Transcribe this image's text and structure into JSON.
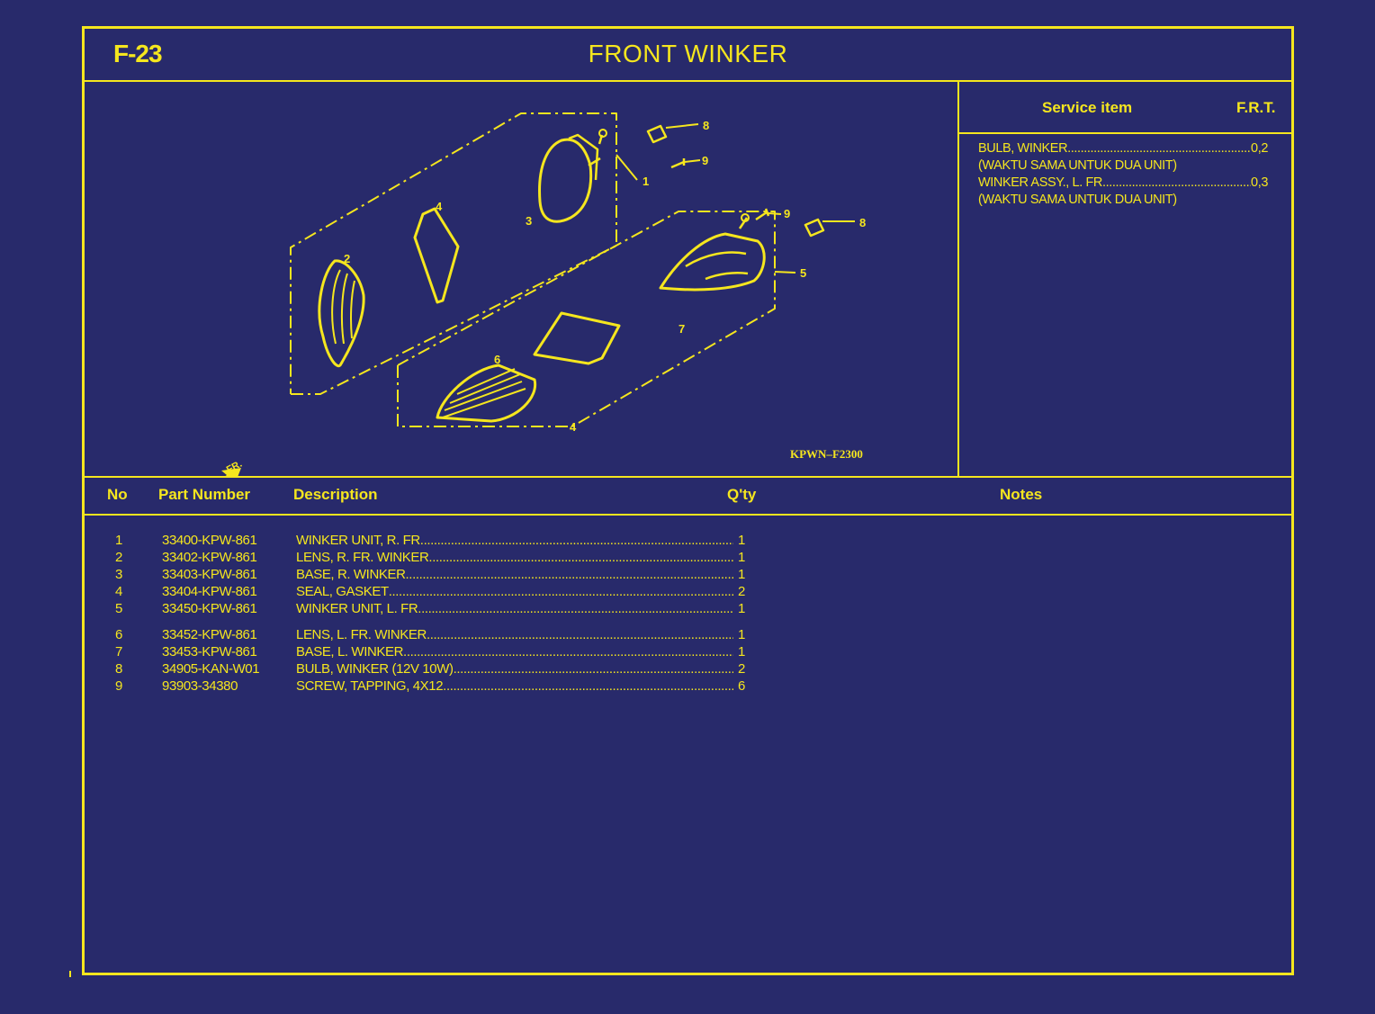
{
  "header": {
    "code": "F-23",
    "title": "FRONT  WINKER"
  },
  "diagram": {
    "code": "KPWN–F2300",
    "direction_label": "FR.",
    "callouts": [
      "1",
      "2",
      "3",
      "4",
      "5",
      "6",
      "7",
      "8",
      "8",
      "9",
      "9",
      "4"
    ]
  },
  "service": {
    "heading_item": "Service item",
    "heading_frt": "F.R.T.",
    "rows": [
      {
        "label": "BULB, WINKER ",
        "value": "0,2"
      },
      {
        "label": "(WAKTU SAMA UNTUK DUA UNIT)",
        "value": ""
      },
      {
        "label": "WINKER ASSY., L. FR. ",
        "value": "0,3"
      },
      {
        "label": "(WAKTU SAMA UNTUK DUA UNIT)",
        "value": ""
      }
    ]
  },
  "table": {
    "headers": {
      "no": "No",
      "part_number": "Part Number",
      "description": "Description",
      "qty": "Q'ty",
      "notes": "Notes"
    },
    "rows": [
      {
        "no": "1",
        "part": "33400-KPW-861",
        "desc": "WINKER UNIT, R. FR. ",
        "qty": "1"
      },
      {
        "no": "2",
        "part": "33402-KPW-861",
        "desc": "LENS, R. FR. WINKER",
        "qty": "1"
      },
      {
        "no": "3",
        "part": "33403-KPW-861",
        "desc": "BASE, R. WINKER ",
        "qty": "1"
      },
      {
        "no": "4",
        "part": "33404-KPW-861",
        "desc": "SEAL, GASKET ",
        "qty": "2"
      },
      {
        "no": "5",
        "part": "33450-KPW-861",
        "desc": "WINKER UNIT, L. FR. ",
        "qty": "1"
      },
      {
        "no": "6",
        "part": "33452-KPW-861",
        "desc": "LENS, L. FR. WINKER ",
        "qty": "1"
      },
      {
        "no": "7",
        "part": "33453-KPW-861",
        "desc": "BASE, L. WINKER",
        "qty": "1"
      },
      {
        "no": "8",
        "part": "34905-KAN-W01",
        "desc": "BULB, WINKER (12V 10W) ",
        "qty": "2"
      },
      {
        "no": "9",
        "part": "93903-34380",
        "desc": "SCREW, TAPPING, 4X12 ",
        "qty": "6"
      }
    ]
  },
  "colors": {
    "background": "#282a6b",
    "line": "#f5e61e"
  }
}
